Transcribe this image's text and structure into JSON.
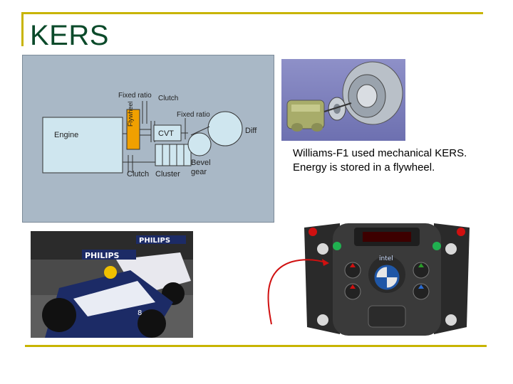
{
  "slide": {
    "title": "KERS",
    "caption_line1": "Williams-F1 used mechanical KERS.",
    "caption_line2": "Energy is stored in a flywheel."
  },
  "diagram": {
    "labels": {
      "fixed_ratio_top": "Fixed ratio",
      "clutch_top": "Clutch",
      "fixed_ratio_right": "Fixed ratio",
      "engine": "Engine",
      "flywheel": "Flywheel",
      "cvt": "CVT",
      "diff": "Diff",
      "clutch_bottom": "Clutch",
      "cluster": "Cluster",
      "bevel": "Bevel",
      "gear": "gear"
    }
  },
  "photos": {
    "car_livery": "PHILIPS",
    "car_number": "8",
    "wheel_brand": "intel"
  },
  "colors": {
    "frame": "#c8b400",
    "title": "#0b4a2a",
    "diagram_bg": "#a9b8c6",
    "diagram_shape": "#cfe6ef",
    "flywheel": "#f0a000",
    "arrow": "#d01010"
  }
}
